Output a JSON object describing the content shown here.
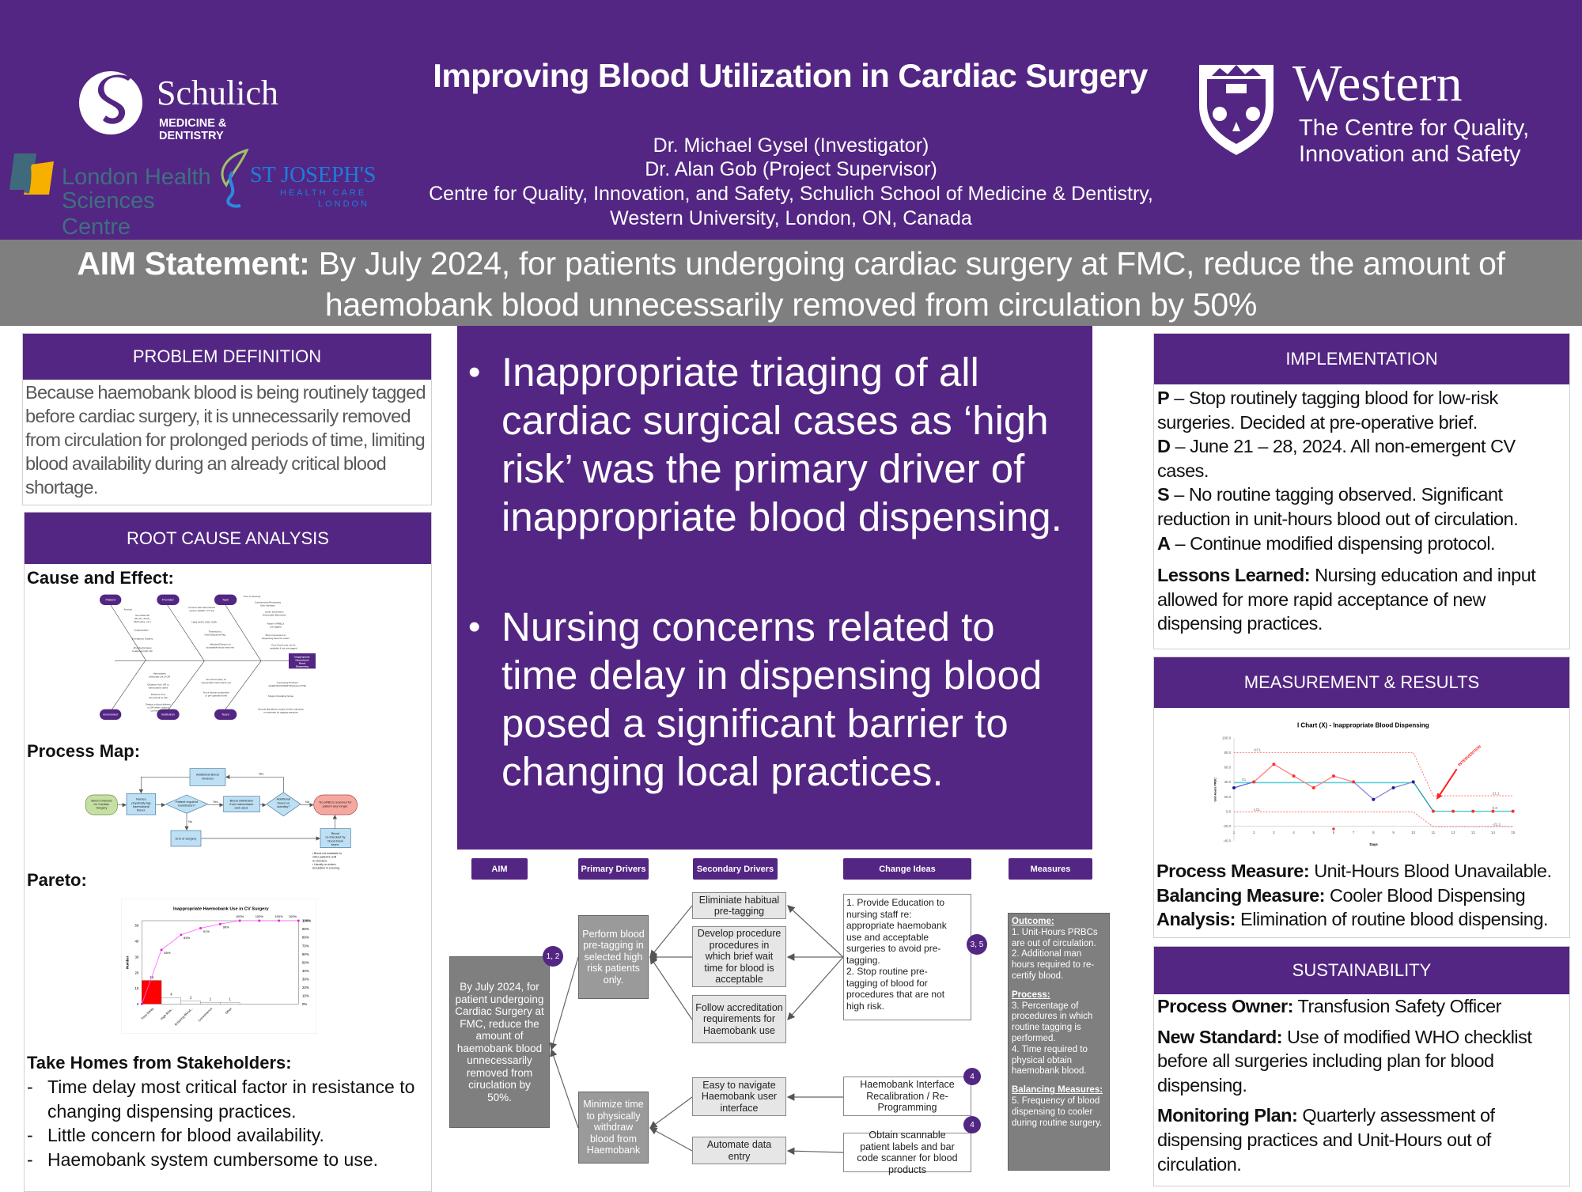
{
  "header": {
    "title": "Improving Blood Utilization in Cardiac Surgery",
    "authors": [
      "Dr. Michael Gysel (Investigator)",
      "Dr. Alan Gob (Project Supervisor)",
      "Centre for Quality, Innovation, and Safety, Schulich School of Medicine & Dentistry,",
      "Western University, London, ON, Canada"
    ],
    "logos": {
      "schulich": {
        "name": "Schulich",
        "sub": "MEDICINE & DENTISTRY"
      },
      "lhsc": {
        "line1": "London Health",
        "line2": "Sciences Centre"
      },
      "stjosephs": {
        "name": "ST JOSEPH'S",
        "sub1": "HEALTH CARE",
        "sub2": "LONDON"
      },
      "western": {
        "name": "Western",
        "line1": "The Centre for Quality,",
        "line2": "Innovation and Safety"
      }
    }
  },
  "aim": {
    "label": "AIM Statement:",
    "text": " By July 2024, for patients undergoing cardiac surgery at FMC, reduce the amount of haemobank blood unnecessarily removed from circulation by 50%"
  },
  "problem": {
    "heading": "PROBLEM DEFINITION",
    "text": "Because haemobank blood is being routinely tagged before cardiac surgery, it is unnecessarily removed from circulation for prolonged periods of time, limiting blood availability during an already critical blood shortage."
  },
  "rca": {
    "heading": "ROOT CAUSE ANALYSIS",
    "cause_label": "Cause and Effect:",
    "process_label": "Process Map:",
    "pareto_label": "Pareto:",
    "takehomes_label": "Take Homes from Stakeholders:",
    "takehomes": [
      "Time delay most critical factor in resistance to changing dispensing practices.",
      "Little concern for blood availability.",
      "Haemobank system cumbersome to use."
    ],
    "fishbone": {
      "head": [
        "Inappropriate",
        "Haemobank",
        "Blood",
        "Dispensing"
      ],
      "categories": [
        "Patient",
        "Provider",
        "Task",
        "Environment",
        "Institution",
        "Team"
      ],
      "patient": [
        "Anemia",
        "Non-Risk OR",
        "(Re-Do, Aortic,",
        "Multi-valve, etc.)",
        "Coagulopathy",
        "Emergency Surgery",
        "All patients/cases",
        "treated as high-risk"
      ],
      "provider": [
        "Comfort with Haemobank",
        "system (HAES / CV Sx)",
        "Habit (NSO, ANE, SUR)",
        "Threshold to",
        "Order/Dispense/Tag",
        "Attitudes/Opinion on",
        "acceptable blood wait time"
      ],
      "task": [
        "Time consuming",
        "Cumbersome/Frustrating",
        "User Interface",
        "Lacks automation",
        "(Scannable Barcodes)",
        "Faster if PRBCs",
        "pre-tagged",
        "More convenient to",
        "dispensing blood to cooler",
        "Poor blood may not be",
        "available if not pre-tagged"
      ],
      "environment": [
        "Haemobank",
        "physically out of OR",
        "Distance from OR to",
        "haemobank varies",
        "Distance from",
        "blood bank to OR",
        "Delays in blood delivery",
        "to OR when ordered",
        "conventionally"
      ],
      "institution": [
        "No formal policy on",
        "appropriate haemobank use",
        "Not a routine component",
        "of pre-operative brief"
      ],
      "team": [
        "Competing Priorities",
        "(ANE/NSO/SUR/RT/Perfusion/TTR)",
        "Single Circulating Nurse",
        "Several disciplines require further education",
        "on rationale for tagging practices"
      ]
    },
    "process_map": {
      "start": [
        "Blood Ordered",
        "for Cardiac",
        "Surgery"
      ],
      "tag": [
        "Nurses",
        "physically tag",
        "haemobank",
        "blood."
      ],
      "decision1": [
        "Patient required",
        "transfusion?"
      ],
      "withdrawn": [
        "Blood withdrawn",
        "from haemobank",
        "and used."
      ],
      "decision2": [
        "Additional",
        "blood on",
        "standby?"
      ],
      "end_red": [
        "No pRBCs reserved for",
        "patient any longer."
      ],
      "additional": [
        "Additional Blood",
        "Ordered"
      ],
      "end_surgery": [
        "End of Surgery"
      ],
      "recheck": [
        "Blood",
        "re-checked by",
        "blood bank",
        "team."
      ],
      "yes": "Yes",
      "no": "No",
      "notes": [
        "• Blood not available to",
        "other patient's until",
        "re-checked.",
        "• Usually re-enters",
        "circulation in evening."
      ]
    }
  },
  "center": {
    "bullets": [
      "Inappropriate triaging of all cardiac surgical cases as ‘high risk’ was the primary driver of inappropriate blood dispensing.",
      "Nursing concerns related to time delay in dispensing blood posed a significant barrier to changing local practices."
    ]
  },
  "driver": {
    "headers": [
      "AIM",
      "Primary Drivers",
      "Secondary Drivers",
      "Change Ideas",
      "Measures"
    ],
    "aim_text": "By July 2024, for patient undergoing Cardiac Surgery at FMC, reduce the amount of haemobank blood unnecessarily removed from ciruclation by 50%.",
    "aim_badge": "1, 2",
    "primary": [
      "Perform blood pre-tagging in selected high risk patients only.",
      "Minimize time to physically withdraw blood from Haemobank"
    ],
    "secondary": [
      "Eliminiate habitual pre-tagging",
      "Develop procedure procedures in which brief wait time for blood is acceptable",
      "Follow accreditation requirements for Haemobank use",
      "Easy to navigate Haemobank user interface",
      "Automate data entry"
    ],
    "change": {
      "education": "1. Provide Education to nursing staff re: appropriate haemobank use and acceptable surgeries to avoid pre-tagging.",
      "stop": "2. Stop routine pre-tagging of blood for procedures that are not high risk.",
      "interface": "Haemobank Interface Recalibration / Re-Programming",
      "scanner": "Obtain scannable patient labels and bar code scanner for blood products",
      "badges": [
        "3, 5",
        "4",
        "4"
      ]
    },
    "measures": {
      "outcome_label": "Outcome:",
      "outcome": [
        "1. Unit-Hours PRBCs are out of circulation.",
        "2. Additional man hours required to re-certify blood."
      ],
      "process_label": "Process:",
      "process": [
        "3. Percentage of procedures in which routine tagging is performed.",
        "4. Time required to physical obtain haemobank blood."
      ],
      "balancing_label": "Balancing Measures:",
      "balancing": [
        "5. Frequency of blood dispensing to cooler during routine surgery."
      ]
    }
  },
  "implementation": {
    "heading": "IMPLEMENTATION",
    "pdsa": [
      {
        "k": "P",
        "t": " – Stop routinely tagging blood for low-risk surgeries. Decided at pre-operative brief."
      },
      {
        "k": "D",
        "t": " – June 21 – 28, 2024. All non-emergent CV cases."
      },
      {
        "k": "S",
        "t": " – No routine tagging observed. Significant reduction in unit-hours blood out of circulation."
      },
      {
        "k": "A",
        "t": " – Continue modified dispensing protocol."
      }
    ],
    "lessons_label": "Lessons Learned:",
    "lessons": " Nursing education and input allowed for more rapid acceptance of new dispensing practices."
  },
  "measurement": {
    "heading": "MEASUREMENT & RESULTS",
    "items": [
      {
        "k": "Process Measure:",
        "t": " Unit-Hours Blood Unavailable."
      },
      {
        "k": "Balancing Measure:",
        "t": " Cooler Blood Dispensing"
      },
      {
        "k": "Analysis:",
        "t": " Elimination of routine blood dispensing."
      }
    ]
  },
  "sustainability": {
    "heading": "SUSTAINABILITY",
    "items": [
      {
        "k": "Process Owner:",
        "t": " Transfusion Safety Officer"
      },
      {
        "k": "New Standard:",
        "t": " Use of modified WHO checklist before all surgeries including plan for blood dispensing."
      },
      {
        "k": "Monitoring Plan:",
        "t": " Quarterly assessment of dispensing practices and Unit-Hours out of circulation."
      }
    ]
  },
  "chart_data": [
    {
      "type": "line",
      "title": "I Chart (X) - Inappropriate Blood Dispensing",
      "xlabel": "Days",
      "ylabel": "Unit-Hours PRBC",
      "x": [
        1,
        2,
        3,
        4,
        5,
        6,
        7,
        8,
        9,
        10,
        11,
        12,
        13,
        14,
        15
      ],
      "series": [
        {
          "name": "Unit-Hours",
          "values": [
            32,
            40,
            64,
            48,
            32,
            48,
            40,
            16,
            32,
            40,
            0,
            0,
            0,
            0,
            0
          ],
          "point_colors": [
            "#1f1f8f",
            "#ff3030",
            "#ff3030",
            "#ff3030",
            "#ff3030",
            "#ff3030",
            "#ff3030",
            "#1f1f8f",
            "#1f1f8f",
            "#1f1f8f",
            "#ff3030",
            "#ff3030",
            "#ff3030",
            "#ff3030",
            "#ff3030"
          ],
          "segment_colors": [
            "#6b6bd0",
            "#ff7f7f",
            "#ff7f7f",
            "#ff7f7f",
            "#ff7f7f",
            "#ff7f7f",
            "#8a8ad8",
            "#8a8ad8",
            "#8a8ad8",
            "#2a9aa8",
            "#5fd0d8",
            "#5fd0d8",
            "#5fd0d8",
            "#5fd0d8"
          ]
        }
      ],
      "extra_marker": {
        "x": 6,
        "y": -24
      },
      "limits": {
        "before": {
          "days": [
            1,
            10
          ],
          "UCL": 80,
          "CL": 39,
          "LCL": -1
        },
        "after": {
          "days": [
            11,
            15
          ],
          "UCL": 21.1,
          "CL": 0.0,
          "LCL": -21.1
        }
      },
      "limit_labels": [
        "UCL",
        "CL",
        "LCL",
        "21.1",
        "0.0",
        "-21.1"
      ],
      "annotation": "INTERVENTION",
      "ylim": [
        -40,
        100
      ],
      "yticks": [
        "100.0",
        "80.0",
        "60.0",
        "40.0",
        "20.0",
        "0.0",
        "-20.0",
        "-40.0"
      ],
      "ytick_values": [
        100,
        80,
        60,
        40,
        20,
        0,
        -20,
        -40
      ],
      "grid": false
    },
    {
      "type": "bar",
      "title": "Inappropriate Haemobank Use in CV Surgery",
      "categories": [
        "Time Delay",
        "High Risk...",
        "Ensuring Blood...",
        "Convenience",
        "Other"
      ],
      "values": [
        15,
        4,
        2,
        1,
        1
      ],
      "cumulative_percent": [
        65,
        83,
        91,
        96,
        100,
        100,
        100,
        100
      ],
      "cumulative_labels": [
        "65%",
        "83%",
        "91%",
        "96%",
        "100%",
        "100%",
        "100%",
        "100%"
      ],
      "ylabel": "Number",
      "ylim": [
        0,
        53
      ],
      "yticks": [
        "0",
        "10",
        "20",
        "30",
        "40",
        "50"
      ],
      "ytick_values": [
        0,
        10,
        20,
        30,
        40,
        50
      ],
      "y2ticks": [
        "0%",
        "10%",
        "20%",
        "30%",
        "40%",
        "50%",
        "60%",
        "70%",
        "80%",
        "90%",
        "100%"
      ],
      "colors": {
        "first": "#ff0000",
        "rest": "#ffffff",
        "line": "#ff66ff"
      }
    }
  ],
  "colors": {
    "purple": "#532683",
    "gray": "#7f7f7f"
  }
}
